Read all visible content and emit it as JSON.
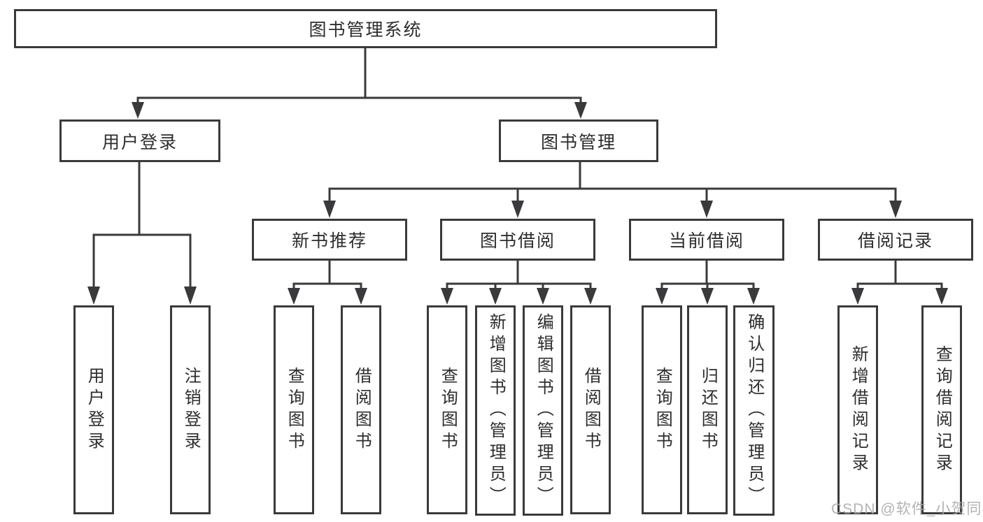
{
  "diagram_type": "hierarchy-tree",
  "colors": {
    "background": "#ffffff",
    "line": "#3a3a3c",
    "box_border": "#3a3a3c",
    "text": "#2d2d2f",
    "watermark": "#a8a8a8"
  },
  "tree": {
    "root": {
      "label": "图书管理系统",
      "children": [
        {
          "label": "用户登录",
          "children": [
            {
              "label": "用户登录"
            },
            {
              "label": "注销登录"
            }
          ]
        },
        {
          "label": "图书管理",
          "children": [
            {
              "label": "新书推荐",
              "children": [
                {
                  "label": "查询图书"
                },
                {
                  "label": "借阅图书"
                }
              ]
            },
            {
              "label": "图书借阅",
              "children": [
                {
                  "label": "查询图书"
                },
                {
                  "label": "新增图书（管理员）"
                },
                {
                  "label": "编辑图书（管理员）"
                },
                {
                  "label": "借阅图书"
                }
              ]
            },
            {
              "label": "当前借阅",
              "children": [
                {
                  "label": "查询图书"
                },
                {
                  "label": "归还图书"
                },
                {
                  "label": "确认归还（管理员）"
                }
              ]
            },
            {
              "label": "借阅记录",
              "children": [
                {
                  "label": "新增借阅记录"
                },
                {
                  "label": "查询借阅记录"
                }
              ]
            }
          ]
        }
      ]
    }
  },
  "watermark": {
    "text": "CSDN @软件_小贺同学"
  }
}
